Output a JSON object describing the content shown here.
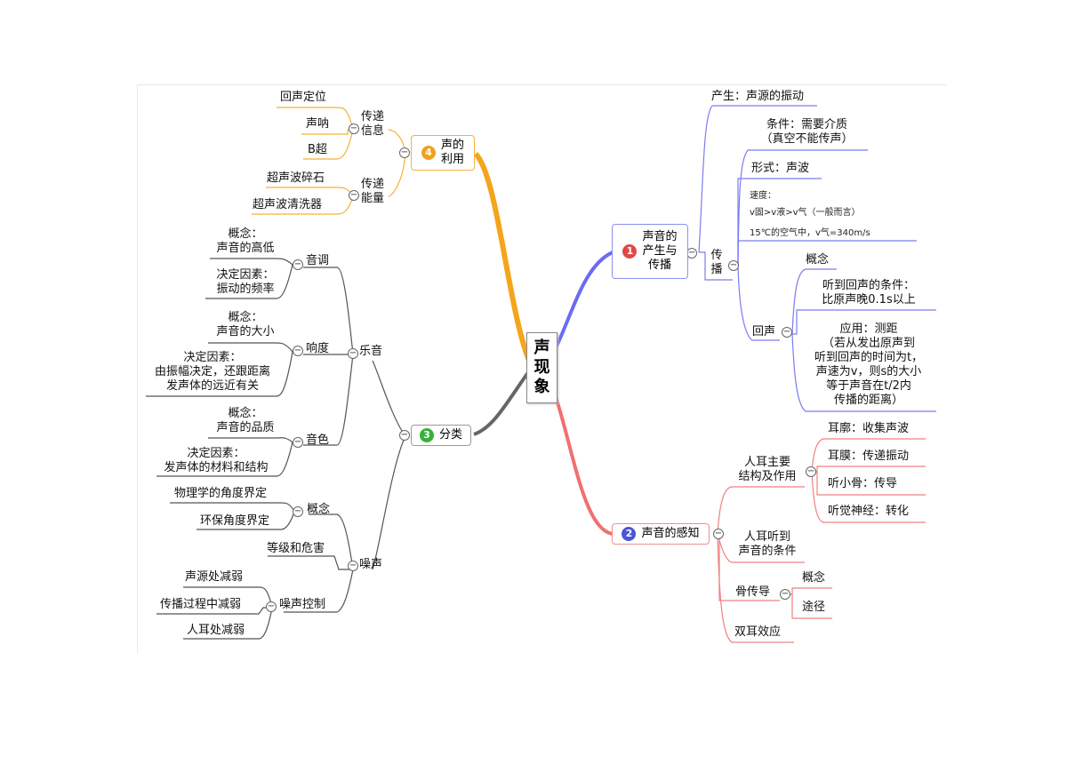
{
  "center": {
    "label": "声\n现\n象"
  },
  "colors": {
    "blue": "#6b6cf0",
    "red": "#f07070",
    "orange": "#f4a51c",
    "gray": "#666666",
    "green": "#4bbf4b"
  },
  "branch1": {
    "num": "1",
    "label": "声音的\n产生与\n传播",
    "origin": "产生：声源的振动",
    "propagation": "传\n播",
    "condition": "条件：需要介质\n（真空不能传声）",
    "form": "形式：声波",
    "speed_title": "速度：",
    "speed_rule": "v固>v液>v气（一般而言）",
    "speed_value": "15℃的空气中，v气=340m/s",
    "echo": "回声",
    "echo_concept": "概念",
    "echo_condition": "听到回声的条件：\n比原声晚0.1s以上",
    "echo_application": "应用：测距\n（若从发出原声到\n听到回声的时间为t，\n声速为v，则s的大小\n等于声音在t/2内\n传播的距离）"
  },
  "branch2": {
    "num": "2",
    "label": "声音的感知",
    "ear_structure": "人耳主要\n结构及作用",
    "pinna": "耳廓：收集声波",
    "eardrum": "耳膜：传递振动",
    "ossicles": "听小骨：传导",
    "nerve": "听觉神经：转化",
    "hearing_condition": "人耳听到\n声音的条件",
    "bone_conduction": "骨传导",
    "bone_concept": "概念",
    "bone_path": "途径",
    "binaural": "双耳效应"
  },
  "branch3": {
    "num": "3",
    "label": "分类",
    "music": "乐音",
    "pitch": "音调",
    "pitch_concept": "概念：\n声音的高低",
    "pitch_factor": "决定因素：\n振动的频率",
    "loudness": "响度",
    "loudness_concept": "概念：\n声音的大小",
    "loudness_factor": "决定因素：\n由振幅决定，还跟距离\n发声体的远近有关",
    "timbre": "音色",
    "timbre_concept": "概念：\n声音的品质",
    "timbre_factor": "决定因素：\n发声体的材料和结构",
    "noise": "噪声",
    "noise_concept": "概念",
    "physics_def": "物理学的角度界定",
    "env_def": "环保角度界定",
    "grade_harm": "等级和危害",
    "noise_control": "噪声控制",
    "at_source": "声源处减弱",
    "in_path": "传播过程中减弱",
    "at_ear": "人耳处减弱"
  },
  "branch4": {
    "num": "4",
    "label": "声的\n利用",
    "transmit_info": "传递\n信息",
    "echolocation": "回声定位",
    "sonar": "声呐",
    "b_ultrasound": "B超",
    "transmit_energy": "传递\n能量",
    "lithotripsy": "超声波碎石",
    "cleaning": "超声波清洗器"
  }
}
